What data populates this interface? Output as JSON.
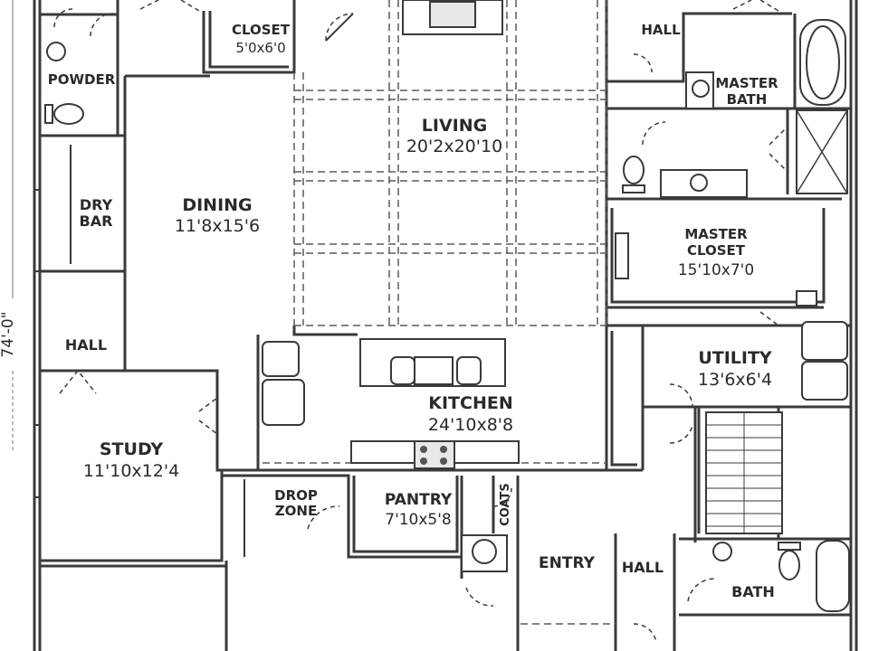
{
  "plan": {
    "overall_dimension": "74'-0\"",
    "rooms": {
      "closet": {
        "name": "CLOSET",
        "size": "5'0x6'0"
      },
      "hall_top": {
        "name": "HALL"
      },
      "powder": {
        "name": "POWDER"
      },
      "master_bath": {
        "name_line1": "MASTER",
        "name_line2": "BATH"
      },
      "living": {
        "name": "LIVING",
        "size": "20'2x20'10"
      },
      "dining": {
        "name": "DINING",
        "size": "11'8x15'6"
      },
      "dry_bar": {
        "name_line1": "DRY",
        "name_line2": "BAR"
      },
      "master_closet": {
        "name_line1": "MASTER",
        "name_line2": "CLOSET",
        "size": "15'10x7'0"
      },
      "hall_left": {
        "name": "HALL"
      },
      "utility": {
        "name": "UTILITY",
        "size": "13'6x6'4"
      },
      "kitchen": {
        "name": "KITCHEN",
        "size": "24'10x8'8"
      },
      "study": {
        "name": "STUDY",
        "size": "11'10x12'4"
      },
      "drop_zone": {
        "name_line1": "DROP",
        "name_line2": "ZONE"
      },
      "pantry": {
        "name": "PANTRY",
        "size": "7'10x5'8"
      },
      "coats": {
        "name": "COATS"
      },
      "entry": {
        "name": "ENTRY"
      },
      "hall_bottom": {
        "name": "HALL"
      },
      "bath": {
        "name": "BATH"
      }
    }
  },
  "colors": {
    "line": "#3a3a3a",
    "fixture_fill": "#e8e8e8",
    "background": "#ffffff"
  }
}
